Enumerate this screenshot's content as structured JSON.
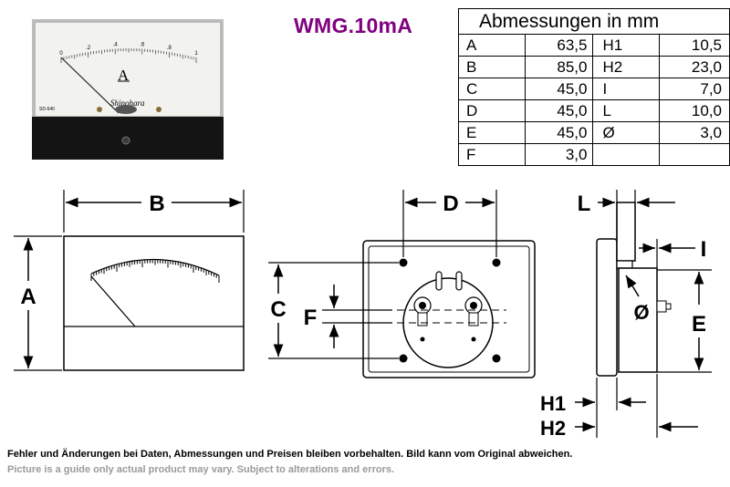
{
  "photo": {
    "scale_ticks": [
      "0",
      ".2",
      ".4",
      ".6",
      ".8",
      "1"
    ],
    "unit": "A",
    "brand": "Shinohara",
    "model": "SD-640"
  },
  "title": "WMG.10mA",
  "table": {
    "header": "Abmessungen in mm",
    "rows": [
      {
        "k1": "A",
        "v1": "63,5",
        "k2": "H1",
        "v2": "10,5"
      },
      {
        "k1": "B",
        "v1": "85,0",
        "k2": "H2",
        "v2": "23,0"
      },
      {
        "k1": "C",
        "v1": "45,0",
        "k2": "I",
        "v2": "7,0"
      },
      {
        "k1": "D",
        "v1": "45,0",
        "k2": "L",
        "v2": "10,0"
      },
      {
        "k1": "E",
        "v1": "45,0",
        "k2": "Ø",
        "v2": "3,0"
      },
      {
        "k1": "F",
        "v1": "3,0",
        "k2": "",
        "v2": ""
      }
    ]
  },
  "labels": {
    "A": "A",
    "B": "B",
    "C": "C",
    "D": "D",
    "E": "E",
    "F": "F",
    "L": "L",
    "I": "I",
    "H1": "H1",
    "H2": "H2",
    "phi": "Ø"
  },
  "footer": {
    "de": "Fehler und Änderungen bei Daten, Abmessungen und Preisen bleiben vorbehalten. Bild kann vom Original abweichen.",
    "en": "Picture is a guide only actual product may vary. Subject to alterations and errors."
  },
  "colors": {
    "title": "#800080",
    "meter_base": "#141414",
    "meter_face": "#f2f2ee"
  }
}
